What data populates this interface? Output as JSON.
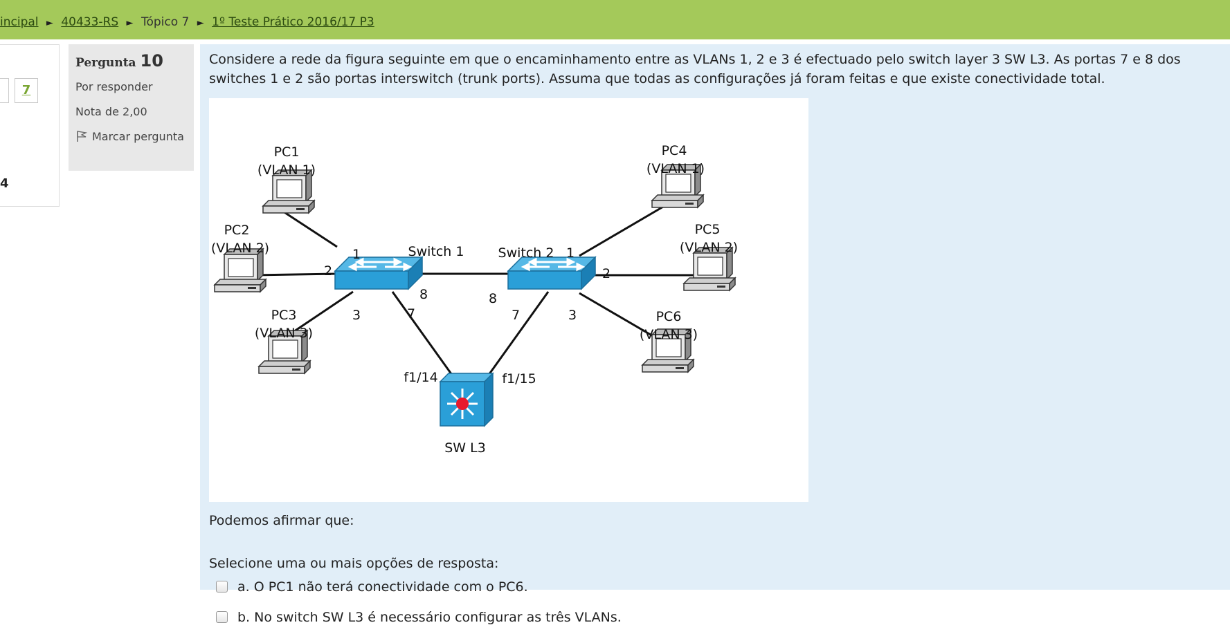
{
  "breadcrumb": {
    "item1": "incipal",
    "item2": "40433-RS",
    "item3": "Tópico 7",
    "item4": "1º Teste Prático 2016/17 P3",
    "separator": "►"
  },
  "quiz_nav": {
    "button_label": "7",
    "number": "4"
  },
  "question_info": {
    "label": "Pergunta",
    "number": "10",
    "state": "Por responder",
    "grade": "Nota de 2,00",
    "flag_label": "Marcar pergunta"
  },
  "question": {
    "line1": "Considere a rede da figura seguinte em que o encaminhamento entre as VLANs 1, 2 e 3 é efectuado pelo switch layer 3 SW L3. As portas 7 e 8 dos",
    "line2": "switches 1 e 2 são portas interswitch (trunk ports). Assuma que todas as configurações já foram feitas e que existe conectividade total.",
    "prompt": "Podemos afirmar que:",
    "select_label": "Selecione uma ou mais opções de resposta:",
    "options": [
      {
        "text": "a. O PC1 não terá conectividade com o PC6."
      },
      {
        "text": "b. No switch SW L3 é necessário configurar as três VLANs."
      }
    ]
  },
  "diagram": {
    "pcs": [
      {
        "name": "PC1",
        "vlan": "(VLAN 1)"
      },
      {
        "name": "PC2",
        "vlan": "(VLAN 2)"
      },
      {
        "name": "PC3",
        "vlan": "(VLAN 3)"
      },
      {
        "name": "PC4",
        "vlan": "(VLAN 1)"
      },
      {
        "name": "PC5",
        "vlan": "(VLAN 2)"
      },
      {
        "name": "PC6",
        "vlan": "(VLAN 3)"
      }
    ],
    "switch1": "Switch 1",
    "switch2": "Switch 2",
    "l3": "SW L3",
    "ports": {
      "s1_p1": "1",
      "s1_p2": "2",
      "s1_p3": "3",
      "s1_p7": "7",
      "s1_p8": "8",
      "s2_p1": "1",
      "s2_p2": "2",
      "s2_p3": "3",
      "s2_p7": "7",
      "s2_p8": "8",
      "l3_left": "f1/14",
      "l3_right": "f1/15"
    },
    "colors": {
      "switch": "#2a9fd8",
      "switch_dark": "#1b6f9c",
      "router_dot": "#e8192c"
    }
  },
  "colors": {
    "header": "#a4c95a",
    "content_bg": "#e1eef8",
    "info_bg": "#e8e8e8",
    "link": "#7aa632"
  }
}
